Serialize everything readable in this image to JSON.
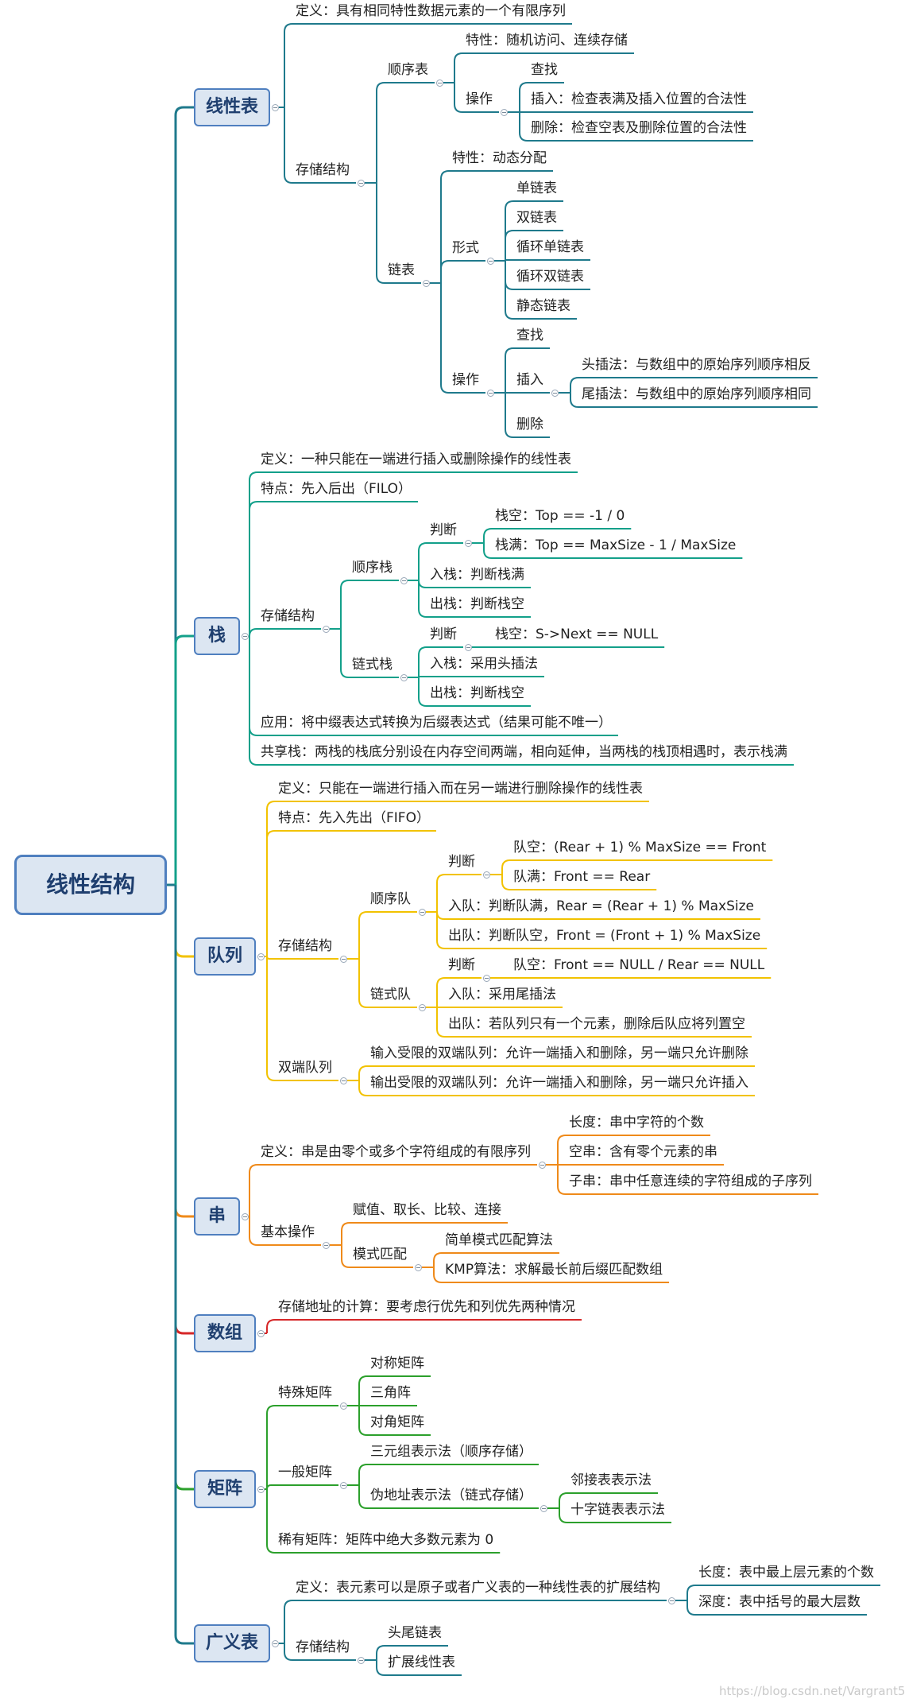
{
  "root": "线性结构",
  "branches": [
    {
      "label": "线性表",
      "color": "#1f7a8c",
      "children": [
        {
          "label": "定义：具有相同特性数据元素的一个有限序列"
        },
        {
          "label": "存储结构",
          "children": [
            {
              "label": "顺序表",
              "children": [
                {
                  "label": "特性：随机访问、连续存储"
                },
                {
                  "label": "操作",
                  "children": [
                    {
                      "label": "查找"
                    },
                    {
                      "label": "插入：检查表满及插入位置的合法性"
                    },
                    {
                      "label": "删除：检查空表及删除位置的合法性"
                    }
                  ]
                }
              ]
            },
            {
              "label": "链表",
              "children": [
                {
                  "label": "特性：动态分配"
                },
                {
                  "label": "形式",
                  "children": [
                    {
                      "label": "单链表"
                    },
                    {
                      "label": "双链表"
                    },
                    {
                      "label": "循环单链表"
                    },
                    {
                      "label": "循环双链表"
                    },
                    {
                      "label": "静态链表"
                    }
                  ]
                },
                {
                  "label": "操作",
                  "children": [
                    {
                      "label": "查找"
                    },
                    {
                      "label": "插入",
                      "children": [
                        {
                          "label": "头插法：与数组中的原始序列顺序相反"
                        },
                        {
                          "label": "尾插法：与数组中的原始序列顺序相同"
                        }
                      ]
                    },
                    {
                      "label": "删除"
                    }
                  ]
                }
              ]
            }
          ]
        }
      ]
    },
    {
      "label": "栈",
      "color": "#13a08a",
      "children": [
        {
          "label": "定义：一种只能在一端进行插入或删除操作的线性表"
        },
        {
          "label": "特点：先入后出（FILO）"
        },
        {
          "label": "存储结构",
          "children": [
            {
              "label": "顺序栈",
              "children": [
                {
                  "label": "判断",
                  "children": [
                    {
                      "label": "栈空：Top == -1 / 0"
                    },
                    {
                      "label": "栈满：Top == MaxSize - 1 / MaxSize"
                    }
                  ]
                },
                {
                  "label": "入栈：判断栈满"
                },
                {
                  "label": "出栈：判断栈空"
                }
              ]
            },
            {
              "label": "链式栈",
              "children": [
                {
                  "label": "判断",
                  "children": [
                    {
                      "label": "栈空：S->Next == NULL"
                    }
                  ]
                },
                {
                  "label": "入栈：采用头插法"
                },
                {
                  "label": "出栈：判断栈空"
                }
              ]
            }
          ]
        },
        {
          "label": "应用：将中缀表达式转换为后缀表达式（结果可能不唯一）"
        },
        {
          "label": "共享栈：两栈的栈底分别设在内存空间两端，相向延伸，当两栈的栈顶相遇时，表示栈满"
        }
      ]
    },
    {
      "label": "队列",
      "color": "#f2c200",
      "children": [
        {
          "label": "定义：只能在一端进行插入而在另一端进行删除操作的线性表"
        },
        {
          "label": "特点：先入先出（FIFO）"
        },
        {
          "label": "存储结构",
          "children": [
            {
              "label": "顺序队",
              "children": [
                {
                  "label": "判断",
                  "children": [
                    {
                      "label": "队空：(Rear + 1) % MaxSize == Front"
                    },
                    {
                      "label": "队满：Front == Rear"
                    }
                  ]
                },
                {
                  "label": "入队：判断队满，Rear = (Rear + 1) % MaxSize"
                },
                {
                  "label": "出队：判断队空，Front = (Front + 1) % MaxSize"
                }
              ]
            },
            {
              "label": "链式队",
              "children": [
                {
                  "label": "判断",
                  "children": [
                    {
                      "label": "队空：Front == NULL / Rear == NULL"
                    }
                  ]
                },
                {
                  "label": "入队：采用尾插法"
                },
                {
                  "label": "出队：若队列只有一个元素，删除后队应将列置空"
                }
              ]
            }
          ]
        },
        {
          "label": "双端队列",
          "children": [
            {
              "label": "输入受限的双端队列：允许一端插入和删除，另一端只允许删除"
            },
            {
              "label": "输出受限的双端队列：允许一端插入和删除，另一端只允许插入"
            }
          ]
        }
      ]
    },
    {
      "label": "串",
      "color": "#ef8a1a",
      "children": [
        {
          "label": "定义：串是由零个或多个字符组成的有限序列",
          "children": [
            {
              "label": "长度：串中字符的个数"
            },
            {
              "label": "空串：含有零个元素的串"
            },
            {
              "label": "子串：串中任意连续的字符组成的子序列"
            }
          ]
        },
        {
          "label": "基本操作",
          "children": [
            {
              "label": "赋值、取长、比较、连接"
            },
            {
              "label": "模式匹配",
              "children": [
                {
                  "label": "简单模式匹配算法"
                },
                {
                  "label": "KMP算法：求解最长前后缀匹配数组"
                }
              ]
            }
          ]
        }
      ]
    },
    {
      "label": "数组",
      "color": "#d62728",
      "children": [
        {
          "label": "存储地址的计算：要考虑行优先和列优先两种情况"
        }
      ]
    },
    {
      "label": "矩阵",
      "color": "#2ca02c",
      "children": [
        {
          "label": "特殊矩阵",
          "children": [
            {
              "label": "对称矩阵"
            },
            {
              "label": "三角阵"
            },
            {
              "label": "对角矩阵"
            }
          ]
        },
        {
          "label": "一般矩阵",
          "children": [
            {
              "label": "三元组表示法（顺序存储）"
            },
            {
              "label": "伪地址表示法（链式存储）",
              "children": [
                {
                  "label": "邻接表表示法"
                },
                {
                  "label": "十字链表表示法"
                }
              ]
            }
          ]
        },
        {
          "label": "稀有矩阵：矩阵中绝大多数元素为 0"
        }
      ]
    },
    {
      "label": "广义表",
      "color": "#1f7a8c",
      "children": [
        {
          "label": "定义：表元素可以是原子或者广义表的一种线性表的扩展结构",
          "children": [
            {
              "label": "长度：表中最上层元素的个数"
            },
            {
              "label": "深度：表中括号的最大层数"
            }
          ]
        },
        {
          "label": "存储结构",
          "children": [
            {
              "label": "头尾链表"
            },
            {
              "label": "扩展线性表"
            }
          ]
        }
      ]
    }
  ],
  "watermark": "https://blog.csdn.net/Vargrant5"
}
